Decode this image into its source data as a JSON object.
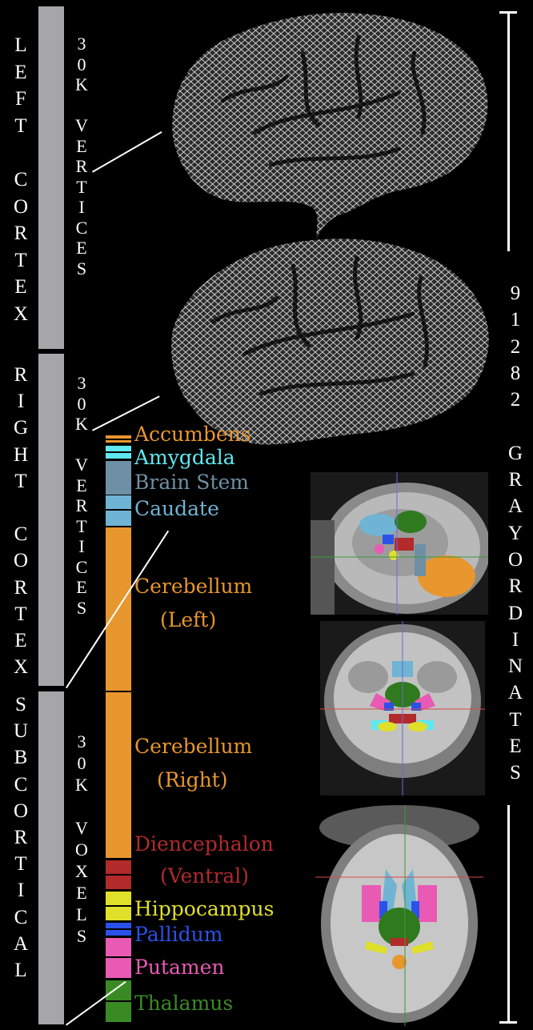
{
  "regions": [
    {
      "label": "LEFT CORTEX",
      "count_label": "30K VERTICES"
    },
    {
      "label": "RIGHT CORTEX",
      "count_label": "30K VERTICES"
    },
    {
      "label": "SUBCORTICAL",
      "count_label": "30K VOXELS"
    }
  ],
  "total_label": "91282 GRAYORDINATES",
  "structures": [
    {
      "name": "Accumbens",
      "color": "#e8962e"
    },
    {
      "name": "Amygdala",
      "color": "#5ee8f0"
    },
    {
      "name": "Brain Stem",
      "color": "#6f8fa4"
    },
    {
      "name": "Caudate",
      "color": "#6fb4d4"
    },
    {
      "name": "Cerebellum",
      "sub": "(Left)",
      "color": "#e8962e"
    },
    {
      "name": "Cerebellum",
      "sub": "(Right)",
      "color": "#e8962e"
    },
    {
      "name": "Diencephalon",
      "sub": "(Ventral)",
      "color": "#b22a2a"
    },
    {
      "name": "Hippocampus",
      "color": "#e0e02a"
    },
    {
      "name": "Pallidum",
      "color": "#2a52e8"
    },
    {
      "name": "Putamen",
      "color": "#e85ab4"
    },
    {
      "name": "Thalamus",
      "color": "#3a8a24"
    }
  ],
  "colors": {
    "cortex_bar": "#a6a6aa",
    "background": "#000000",
    "text": "#ffffff"
  }
}
